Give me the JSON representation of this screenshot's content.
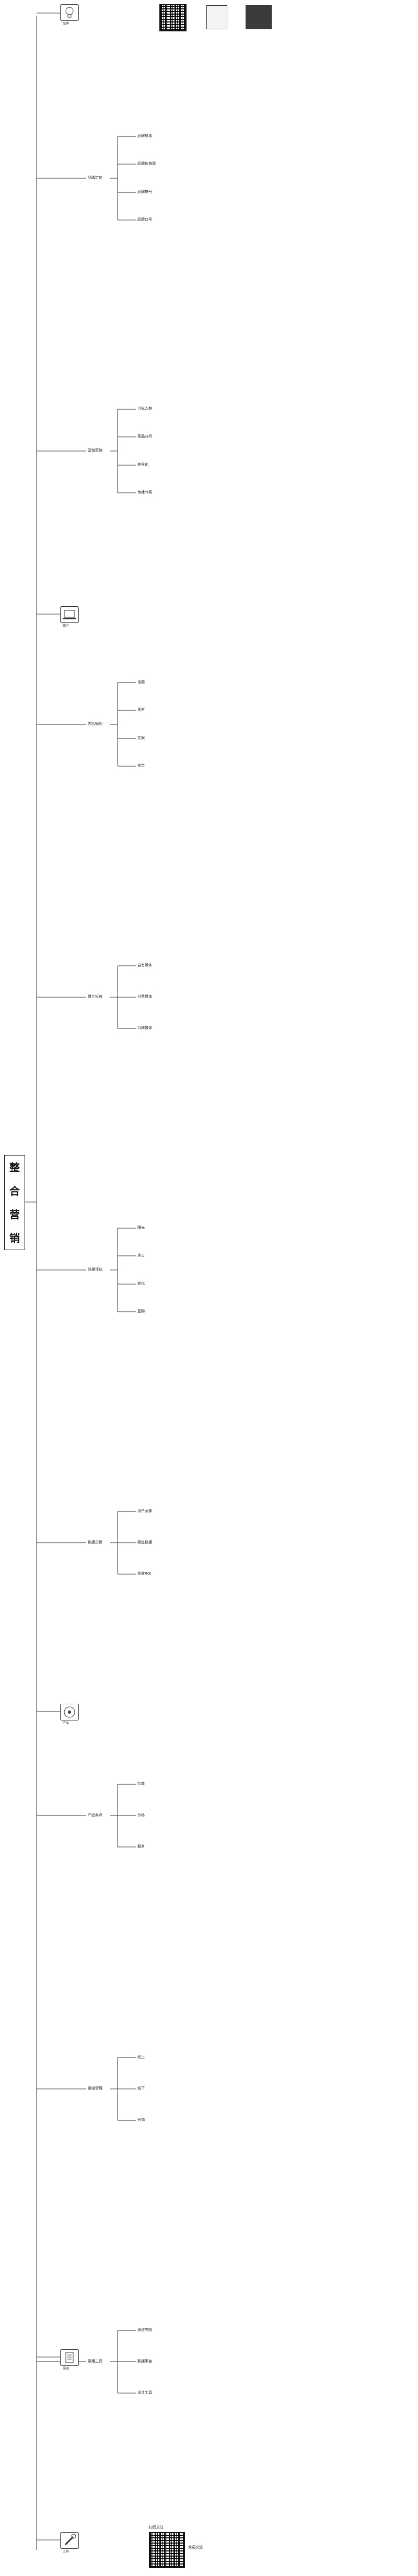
{
  "title": {
    "chars": [
      "整",
      "合",
      "营",
      "销"
    ]
  },
  "colors": {
    "line": "#333333",
    "text": "#222222",
    "box": "#111111"
  },
  "sections": [
    {
      "key": "brand",
      "icon": "lightbulb-icon",
      "caption": "品牌"
    },
    {
      "key": "media",
      "icon": "laptop-icon",
      "caption": "媒介"
    },
    {
      "key": "product",
      "icon": "disc-icon",
      "caption": "产品"
    },
    {
      "key": "channel",
      "icon": "document-icon",
      "caption": "渠道"
    },
    {
      "key": "tools",
      "icon": "wrench-icon",
      "caption": "工具"
    }
  ],
  "branches": [
    {
      "label": "品牌定位",
      "children": [
        "品牌故事",
        "品牌价值观",
        "品牌符号",
        "品牌口号"
      ]
    },
    {
      "label": "营销策略",
      "children": [
        "目标人群",
        "竞品分析",
        "差异化",
        "传播节奏"
      ]
    },
    {
      "label": "内容规划",
      "children": [
        "话题",
        "素材",
        "文案",
        "视觉"
      ]
    },
    {
      "label": "媒介投放",
      "children": [
        "自有媒体",
        "付费媒体",
        "口碑媒体"
      ]
    },
    {
      "label": "效果评估",
      "children": [
        "曝光",
        "点击",
        "转化",
        "复购"
      ]
    },
    {
      "label": "数据分析",
      "children": [
        "用户画像",
        "渠道数据",
        "投放ROI"
      ]
    },
    {
      "label": "产品卖点",
      "children": [
        "功能",
        "价格",
        "服务"
      ]
    },
    {
      "label": "渠道管理",
      "children": [
        "线上",
        "线下",
        "分销"
      ]
    },
    {
      "label": "常用工具",
      "children": [
        "思维导图",
        "数据平台",
        "设计工具"
      ]
    }
  ],
  "footer": {
    "qr_caption": "扫码关注",
    "note": "欢迎交流"
  }
}
